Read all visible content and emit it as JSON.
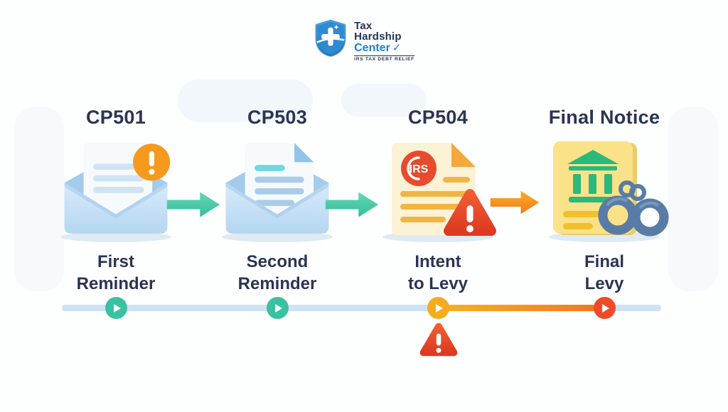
{
  "brand": {
    "name_line1": "Tax",
    "name_line2": "Hardship",
    "name_line3": "Center",
    "checkmark": "✓",
    "tagline": "IRS TAX DEBT RELIEF"
  },
  "stages": [
    {
      "code": "CP501",
      "label_line1": "First",
      "label_line2": "Reminder",
      "icon": "envelope-alert-icon",
      "dot_color": "#38c2a2"
    },
    {
      "code": "CP503",
      "label_line1": "Second",
      "label_line2": "Reminder",
      "icon": "envelope-open-icon",
      "dot_color": "#38c2a2"
    },
    {
      "code": "CP504",
      "label_line1": "Intent",
      "label_line2": "to Levy",
      "icon": "irs-document-warning-icon",
      "dot_color": "#f6ac1c"
    },
    {
      "code": "Final Notice",
      "label_line1": "Final",
      "label_line2": "Levy",
      "icon": "bank-levy-handcuffs-icon",
      "dot_color": "#f04a28"
    }
  ],
  "timeline": {
    "track_color": "#cde2f5",
    "danger_gradient": [
      "#f7b322",
      "#f3731f"
    ],
    "dot_colors": [
      "#38c2a2",
      "#38c2a2",
      "#f6ac1c",
      "#f04a28"
    ],
    "warning_color": "#e8432a"
  },
  "palette": {
    "text_navy": "#2b3452",
    "brand_blue": "#1c7fd2",
    "arrow_teal": "#3fc7a4",
    "arrow_orange": "#f4901f",
    "envelope_blue": "#bcdaf3",
    "alert_orange": "#f69a1d",
    "document_cream": "#fcf2d6",
    "irs_stamp_red": "#e84a2e",
    "levy_doc_yellow": "#f9e287",
    "bank_green": "#2bb87d",
    "handcuff_steel": "#587ca5",
    "shadow_blue": "#dfeaf3"
  }
}
